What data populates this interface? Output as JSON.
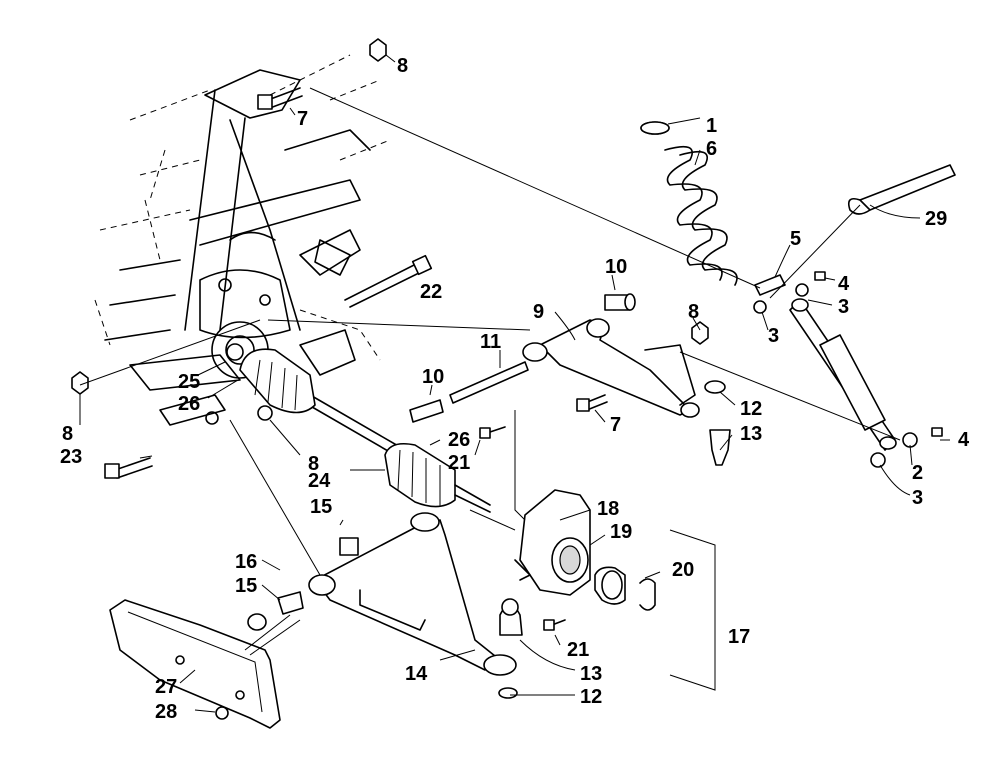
{
  "labels": {
    "c1": "1",
    "c2": "2",
    "c3a": "3",
    "c3b": "3",
    "c3c": "3",
    "c4a": "4",
    "c4b": "4",
    "c5": "5",
    "c6": "6",
    "c7a": "7",
    "c7b": "7",
    "c8a": "8",
    "c8b": "8",
    "c8c": "8",
    "c8d": "8",
    "c9": "9",
    "c10a": "10",
    "c10b": "10",
    "c11": "11",
    "c12a": "12",
    "c12b": "12",
    "c13a": "13",
    "c13b": "13",
    "c14": "14",
    "c15a": "15",
    "c15b": "15",
    "c16": "16",
    "c17": "17",
    "c18": "18",
    "c19": "19",
    "c20": "20",
    "c21a": "21",
    "c21b": "21",
    "c22": "22",
    "c23": "23",
    "c24": "24",
    "c25": "25",
    "c26a": "26",
    "c26b": "26",
    "c27": "27",
    "c28": "28",
    "c29": "29"
  }
}
